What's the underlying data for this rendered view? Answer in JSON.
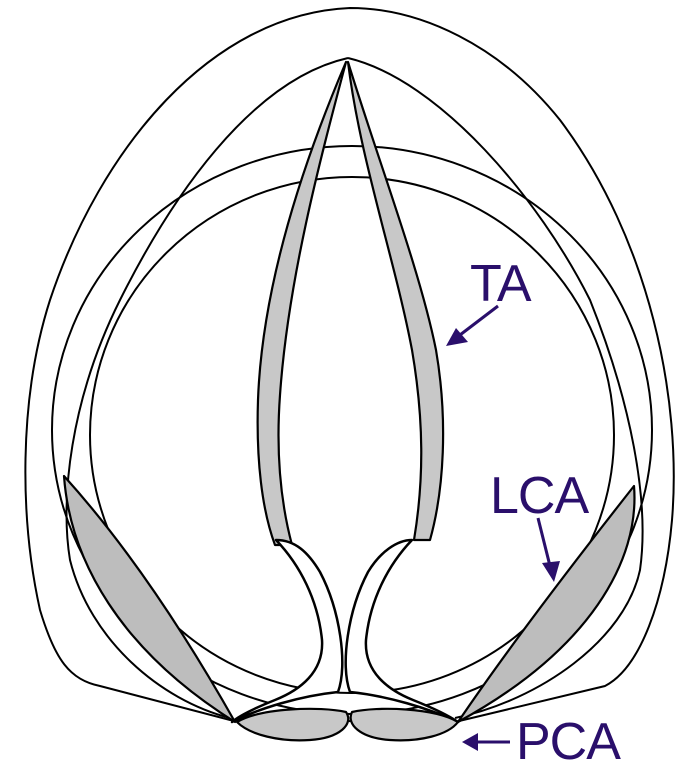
{
  "labels": {
    "ta": "TA",
    "lca": "LCA",
    "pca": "PCA"
  },
  "colors": {
    "label": "#2a0f6b",
    "muscle_fill": "#c8c8c8",
    "outline": "#000000"
  }
}
